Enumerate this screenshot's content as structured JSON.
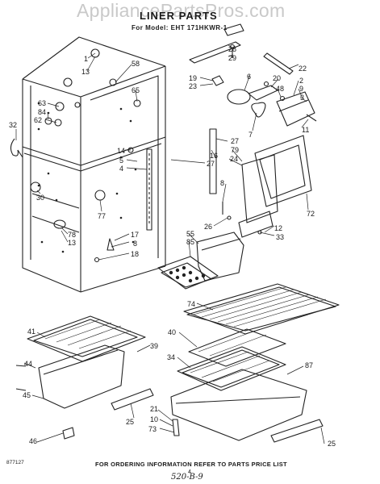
{
  "watermark": "AppliancePartsPros.com",
  "title": "LINER PARTS",
  "model_line": "For Model: EHT 171HKWR-1",
  "footer_note": "FOR ORDERING INFORMATION REFER TO PARTS PRICE LIST",
  "page_number": "4",
  "doc_code": "877127",
  "handwritten_note": "520-B-9",
  "callouts": [
    {
      "id": "c28",
      "label": "28"
    },
    {
      "id": "c29",
      "label": "29"
    },
    {
      "id": "c22",
      "label": "22"
    },
    {
      "id": "c1",
      "label": "1"
    },
    {
      "id": "c58",
      "label": "58"
    },
    {
      "id": "c13a",
      "label": "13"
    },
    {
      "id": "c19",
      "label": "19"
    },
    {
      "id": "c23",
      "label": "23"
    },
    {
      "id": "c6",
      "label": "6"
    },
    {
      "id": "c20",
      "label": "20"
    },
    {
      "id": "c48",
      "label": "48"
    },
    {
      "id": "c2",
      "label": "2"
    },
    {
      "id": "c9",
      "label": "9"
    },
    {
      "id": "c3",
      "label": "3"
    },
    {
      "id": "c65",
      "label": "65"
    },
    {
      "id": "c63",
      "label": "63"
    },
    {
      "id": "c84",
      "label": "84"
    },
    {
      "id": "c62",
      "label": "62"
    },
    {
      "id": "c32",
      "label": "32"
    },
    {
      "id": "c11",
      "label": "11"
    },
    {
      "id": "c7",
      "label": "7"
    },
    {
      "id": "c27a",
      "label": "27"
    },
    {
      "id": "c79",
      "label": "79"
    },
    {
      "id": "c14",
      "label": "14"
    },
    {
      "id": "c16",
      "label": "16"
    },
    {
      "id": "c24",
      "label": "24"
    },
    {
      "id": "c5",
      "label": "5"
    },
    {
      "id": "c27b",
      "label": "27"
    },
    {
      "id": "c4",
      "label": "4"
    },
    {
      "id": "c8a",
      "label": "8"
    },
    {
      "id": "c30",
      "label": "30"
    },
    {
      "id": "c77",
      "label": "77"
    },
    {
      "id": "c72",
      "label": "72"
    },
    {
      "id": "c26",
      "label": "26"
    },
    {
      "id": "c12",
      "label": "12"
    },
    {
      "id": "c78",
      "label": "78"
    },
    {
      "id": "c13b",
      "label": "13"
    },
    {
      "id": "c17",
      "label": "17"
    },
    {
      "id": "c8b",
      "label": "8"
    },
    {
      "id": "c18",
      "label": "18"
    },
    {
      "id": "c33",
      "label": "33"
    },
    {
      "id": "c55",
      "label": "55"
    },
    {
      "id": "c85",
      "label": "85"
    },
    {
      "id": "c74",
      "label": "74"
    },
    {
      "id": "c41",
      "label": "41"
    },
    {
      "id": "c40",
      "label": "40"
    },
    {
      "id": "c39",
      "label": "39"
    },
    {
      "id": "c34",
      "label": "34"
    },
    {
      "id": "c44",
      "label": "44"
    },
    {
      "id": "c87",
      "label": "87"
    },
    {
      "id": "c45",
      "label": "45"
    },
    {
      "id": "c25a",
      "label": "25"
    },
    {
      "id": "c46",
      "label": "46"
    },
    {
      "id": "c21",
      "label": "21"
    },
    {
      "id": "c10",
      "label": "10"
    },
    {
      "id": "c73",
      "label": "73"
    },
    {
      "id": "c25b",
      "label": "25"
    }
  ]
}
